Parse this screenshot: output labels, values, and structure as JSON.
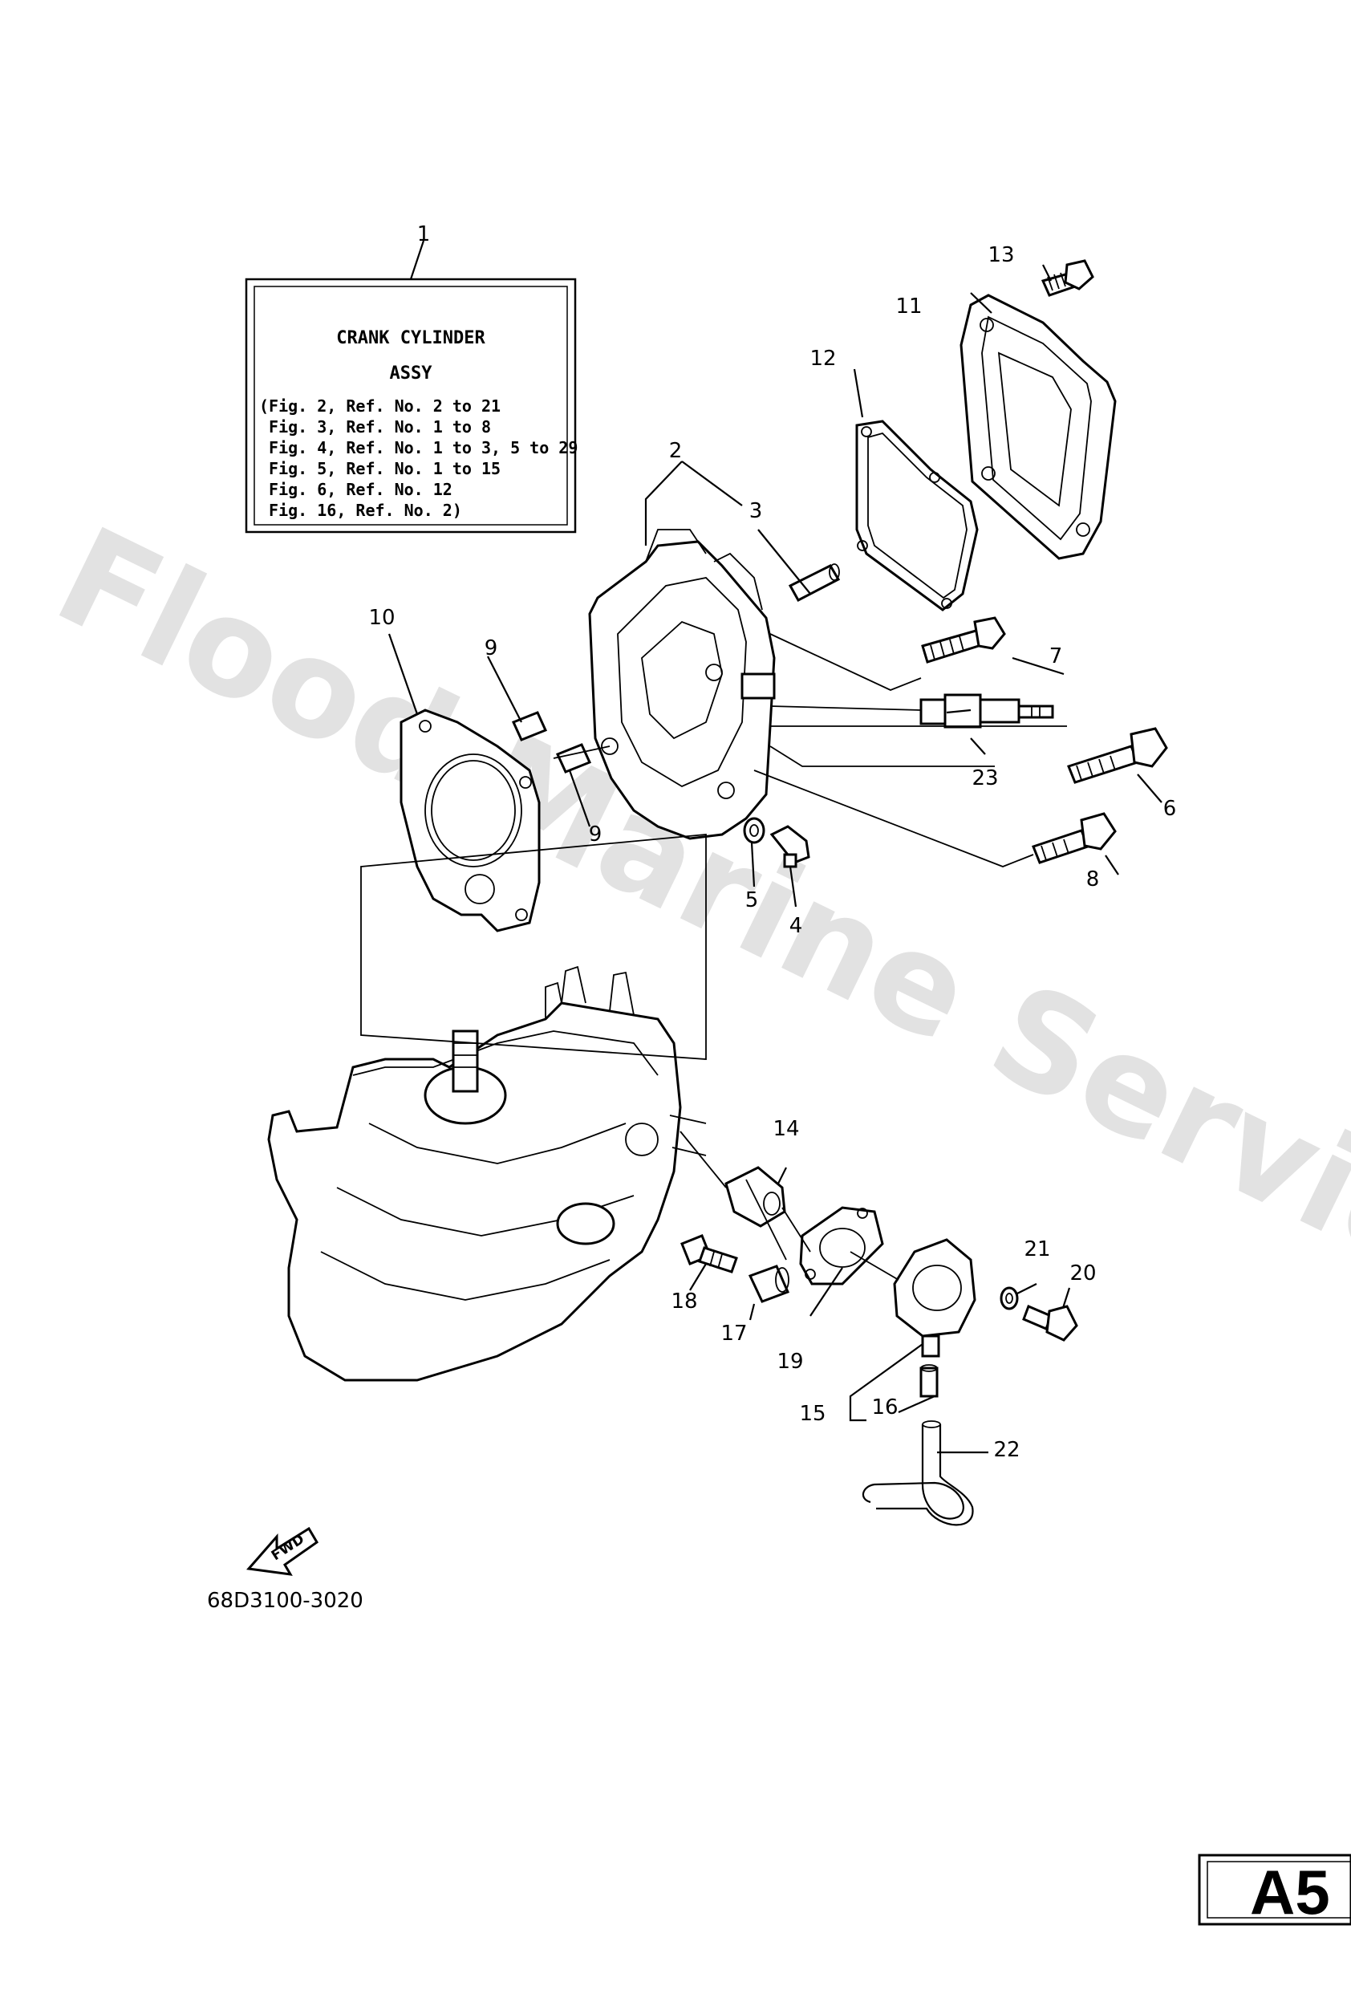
{
  "watermark": "Flood Marine Services",
  "ref_box": {
    "title_1": "CRANK CYLINDER",
    "title_2": "ASSY",
    "lines": [
      "(Fig. 2, Ref. No. 2 to 21",
      " Fig. 3, Ref. No. 1 to 8",
      " Fig. 4, Ref. No. 1 to 3, 5 to 29",
      " Fig. 5, Ref. No. 1 to 15",
      " Fig. 6, Ref. No. 12",
      " Fig. 16, Ref. No. 2)"
    ]
  },
  "callouts": [
    "1",
    "2",
    "3",
    "4",
    "5",
    "6",
    "7",
    "8",
    "9",
    "9",
    "10",
    "11",
    "12",
    "13",
    "14",
    "15",
    "16",
    "17",
    "18",
    "19",
    "20",
    "21",
    "22",
    "23"
  ],
  "fwd_label": "FWD",
  "drawing_code": "68D3100-3020",
  "page_id": "A5"
}
